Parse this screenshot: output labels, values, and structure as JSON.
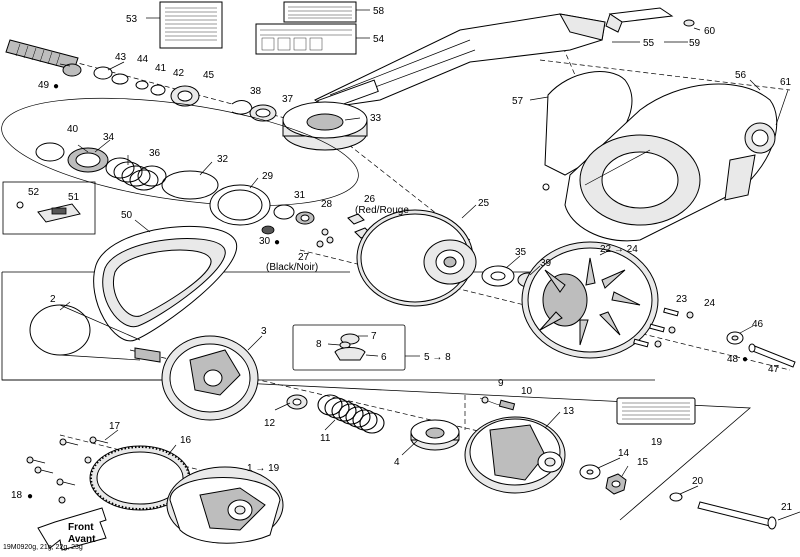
{
  "diagram": {
    "drawing_code": "19M0920g, 21g, 22g, 23g",
    "front_label_en": "Front",
    "front_label_fr": "Avant",
    "note_red": "(Red/Rouge",
    "note_black": "(Black/Noir)",
    "callouts": {
      "c53": "53",
      "c58": "58",
      "c54": "54",
      "c55": "55",
      "c59": "59",
      "c60": "60",
      "c56": "56",
      "c61": "61",
      "c57": "57",
      "c43": "43",
      "c44": "44",
      "c41": "41",
      "c42": "42",
      "c45": "45",
      "c49": "49",
      "c38": "38",
      "c37": "37",
      "c33": "33",
      "c40": "40",
      "c34": "34",
      "c36": "36",
      "c32": "32",
      "c29": "29",
      "c52": "52",
      "c51": "51",
      "c31": "31",
      "c28": "28",
      "c30": "30",
      "c26": "26",
      "c25": "25",
      "c27": "27",
      "c50": "50",
      "c2": "2",
      "c3": "3",
      "c7": "7",
      "c8": "8",
      "c6": "6",
      "c5_8": "5 → 8",
      "c35": "35",
      "c39": "39",
      "c22_24": "22 → 24",
      "c23": "23",
      "c24": "24",
      "c46": "46",
      "c48": "48",
      "c47": "47",
      "c12": "12",
      "c11": "11",
      "c9": "9",
      "c10": "10",
      "c13": "13",
      "c19": "19",
      "c4": "4",
      "c14": "14",
      "c15": "15",
      "c17": "17",
      "c16": "16",
      "c18": "18",
      "c1_19": "1 → 19",
      "c20": "20",
      "c21": "21"
    }
  }
}
